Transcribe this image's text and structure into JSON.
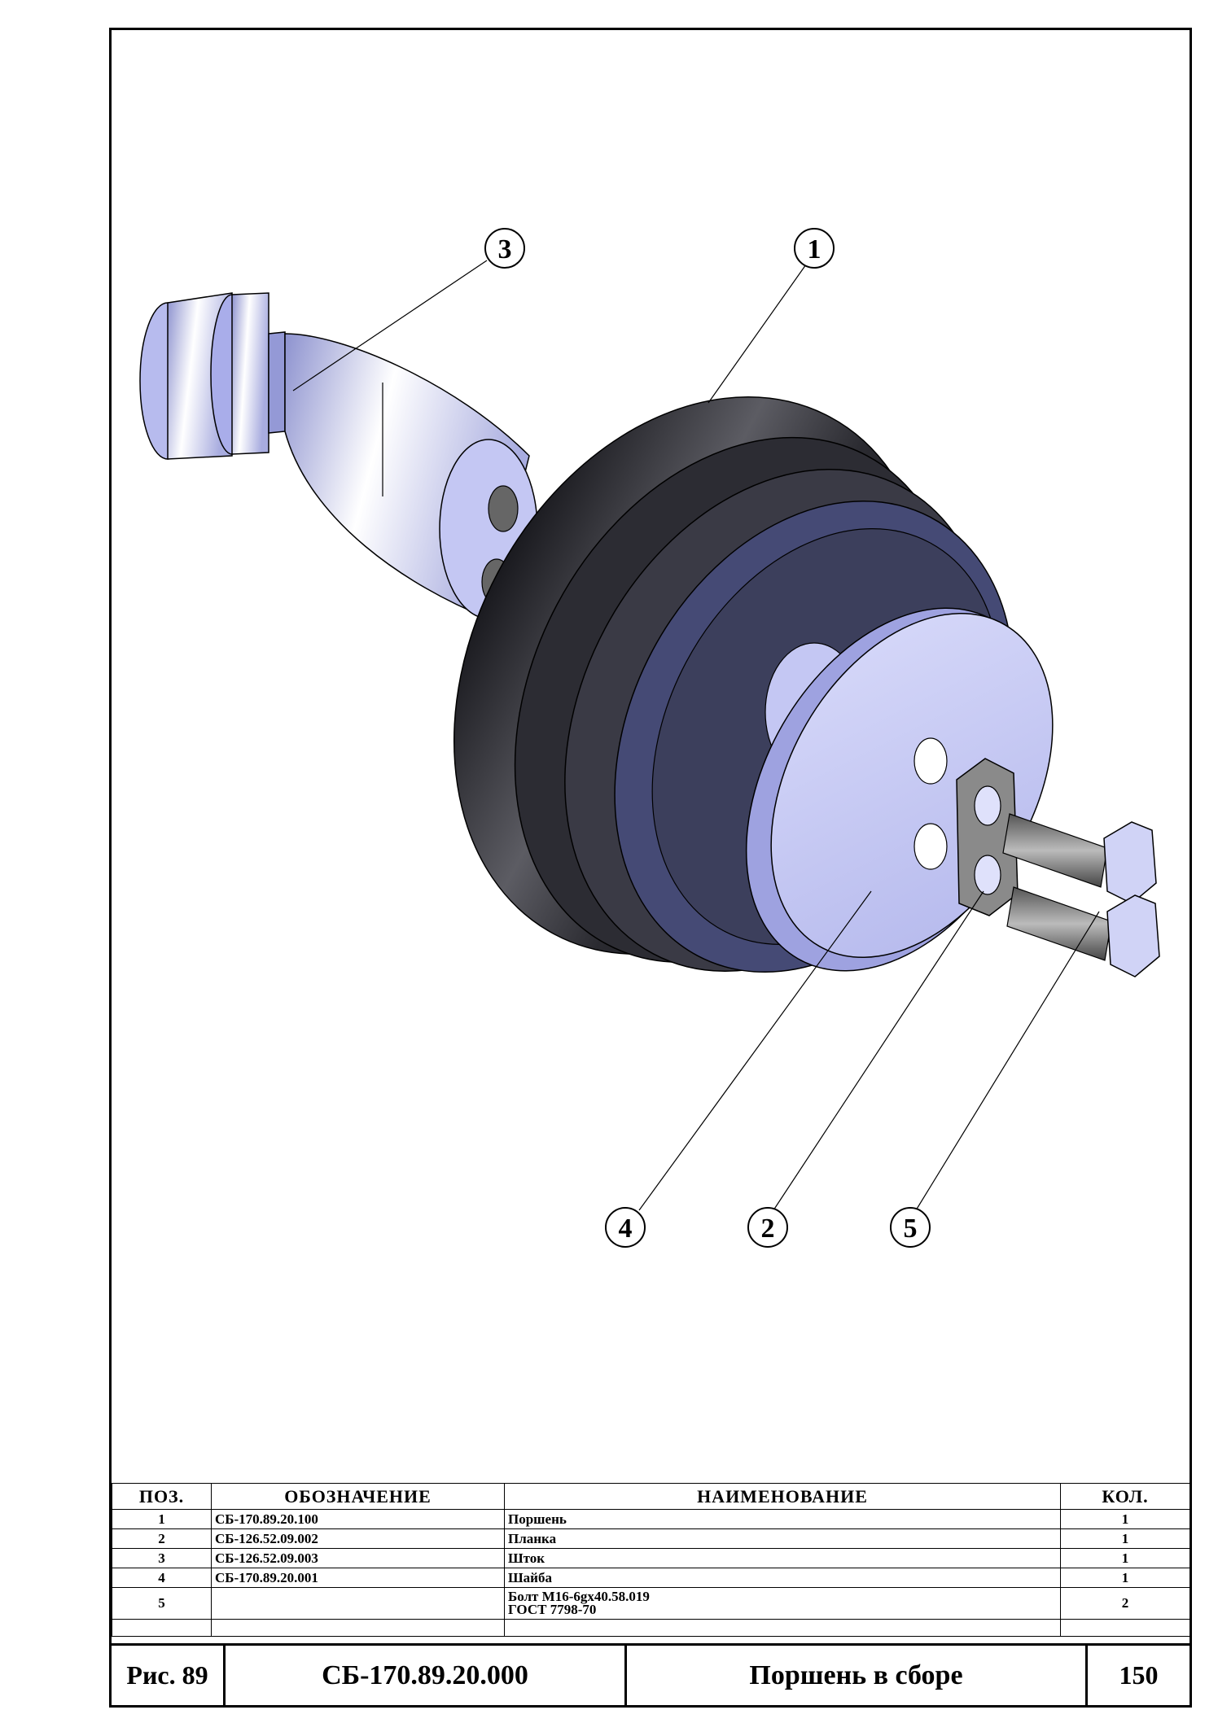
{
  "callouts": [
    "1",
    "2",
    "3",
    "4",
    "5"
  ],
  "colors": {
    "rubber": "#222228",
    "metal": "#c9ccf2",
    "shadow_metal": "#5a5e8a",
    "line": "#000000"
  },
  "spec_table": {
    "headers": {
      "pos": "ПОЗ.",
      "designation": "ОБОЗНАЧЕНИЕ",
      "name": "НАИМЕНОВАНИЕ",
      "qty": "КОЛ."
    },
    "rows": [
      {
        "pos": "1",
        "designation": "СБ-170.89.20.100",
        "name_line1": "Поршень",
        "name_line2": "",
        "qty": "1"
      },
      {
        "pos": "2",
        "designation": "СБ-126.52.09.002",
        "name_line1": "Планка",
        "name_line2": "",
        "qty": "1"
      },
      {
        "pos": "3",
        "designation": "СБ-126.52.09.003",
        "name_line1": "Шток",
        "name_line2": "",
        "qty": "1"
      },
      {
        "pos": "4",
        "designation": "СБ-170.89.20.001",
        "name_line1": "Шайба",
        "name_line2": "",
        "qty": "1"
      },
      {
        "pos": "5",
        "designation": "",
        "name_line1": "Болт М16-6gх40.58.019",
        "name_line2": "ГОСТ 7798-70",
        "qty": "2"
      }
    ]
  },
  "title_block": {
    "figure": "Рис. 89",
    "code": "СБ-170.89.20.000",
    "name": "Поршень в сборе",
    "page": "150"
  }
}
